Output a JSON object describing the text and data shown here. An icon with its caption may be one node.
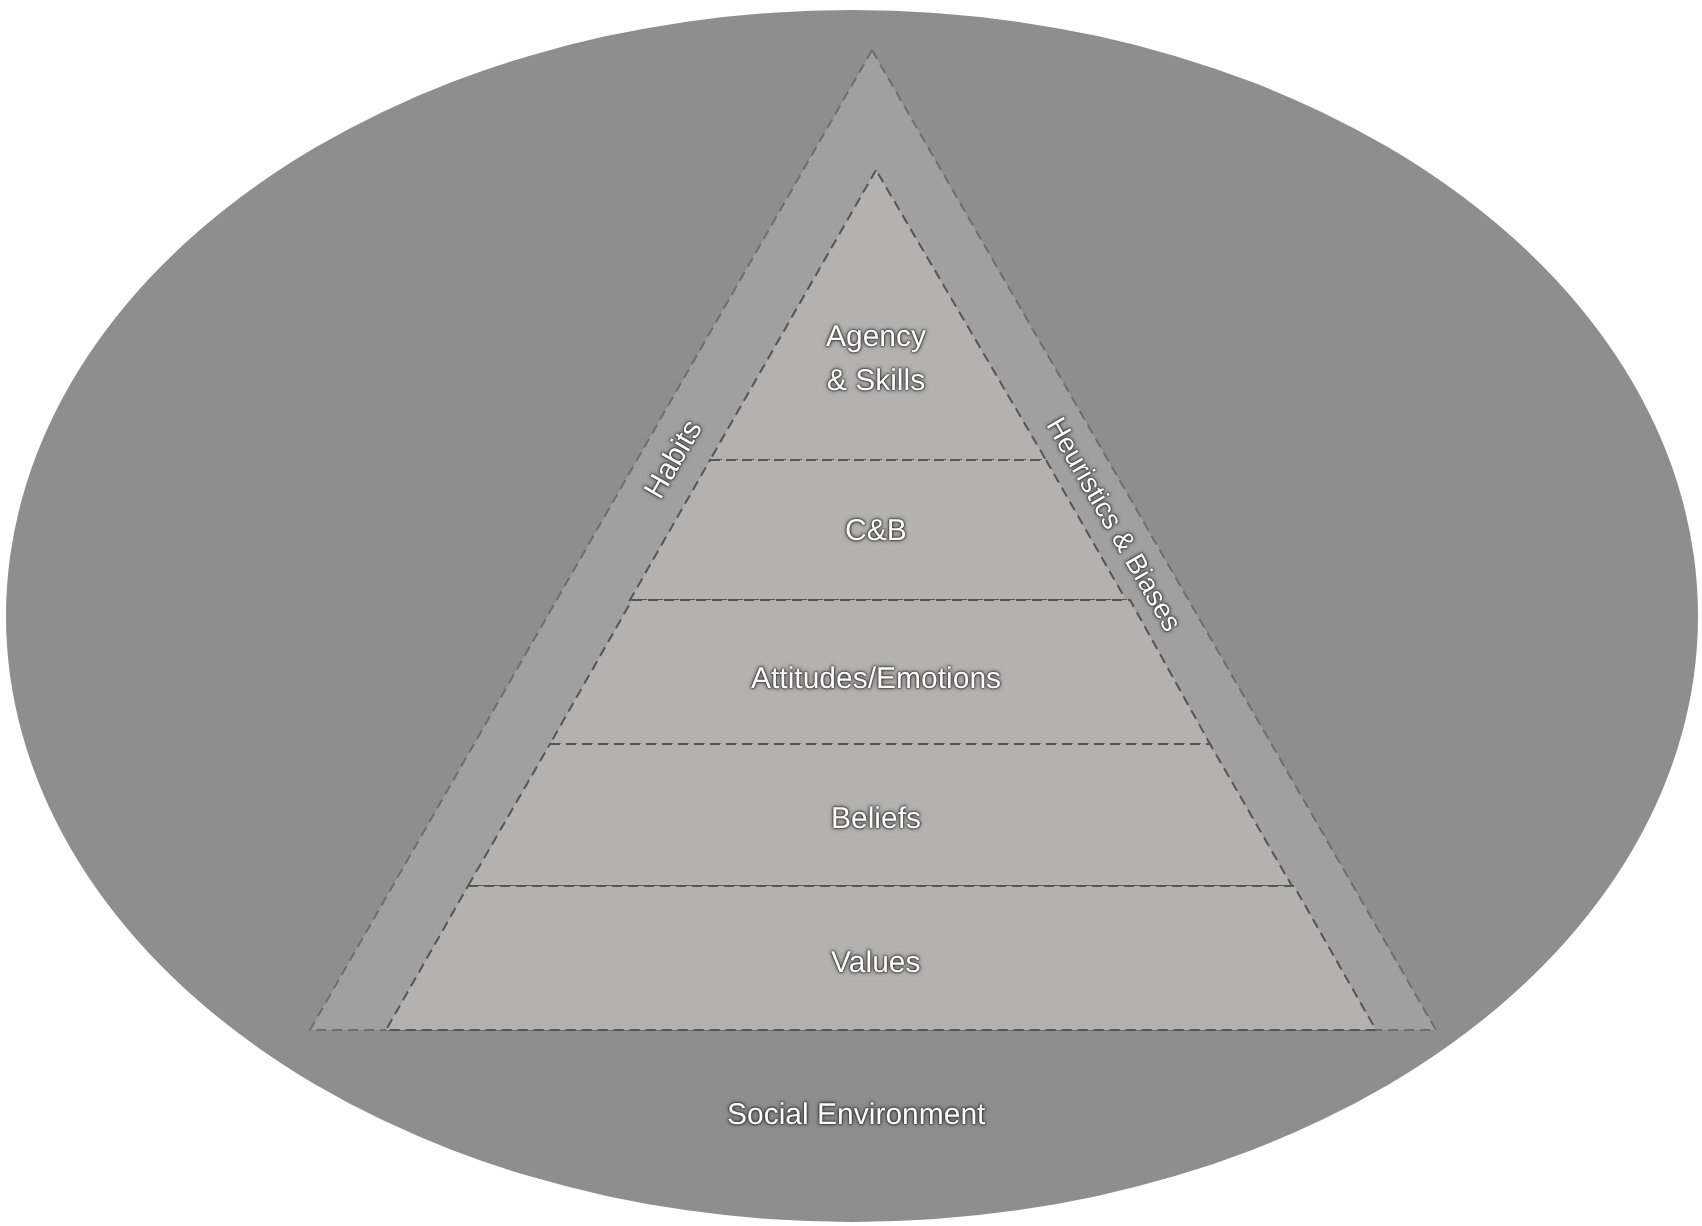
{
  "diagram": {
    "nodes": [
      {
        "text": [
          "Social Environment"
        ]
      },
      {
        "text": [
          "Habits",
          "Heuristics & Biases"
        ],
        "in": 0
      },
      {
        "text": [
          "Agency & Skills"
        ],
        "in": 1
      },
      {
        "text": [
          "C&B"
        ],
        "in": 1
      },
      {
        "text": [
          "Attitudes/Emotions"
        ],
        "in": 1
      },
      {
        "text": [
          "Beliefs"
        ],
        "in": 1
      },
      {
        "text": [
          "Values"
        ],
        "in": 1
      }
    ]
  }
}
